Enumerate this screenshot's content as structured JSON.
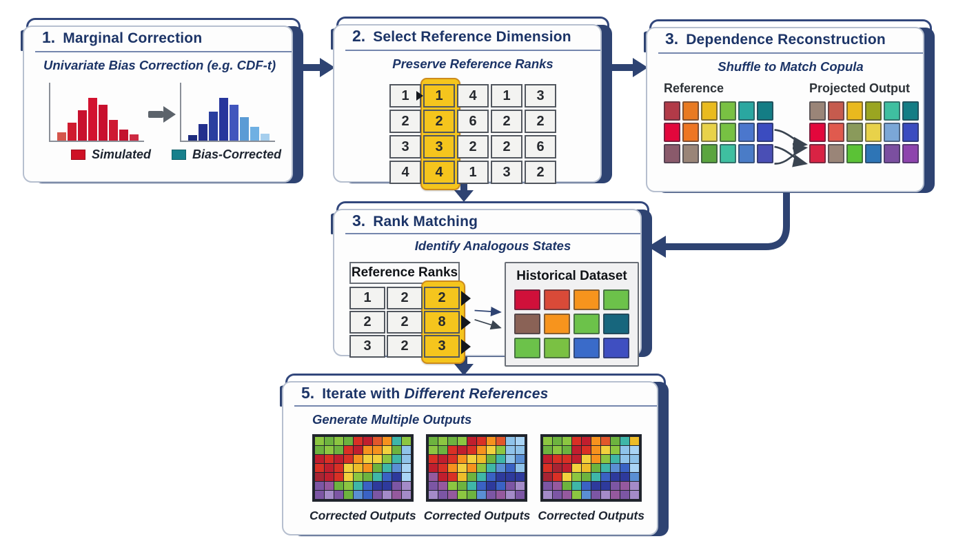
{
  "palette": {
    "navy": "#1c3467",
    "arrow_navy": "#2e4372",
    "divider": "#7486ad",
    "gray_arrow": "#5c636b",
    "highlight_fill": "#f5c51d",
    "highlight_border": "#cd8b1b",
    "back_sheet_border": "#b6bfcf"
  },
  "cards": {
    "marginal": {
      "number": "1.",
      "title": "Marginal Correction",
      "subtitle": "Univariate Bias Correction (e.g. CDF-t)",
      "hist_simulated": {
        "heights": [
          12,
          26,
          44,
          62,
          52,
          30,
          16,
          9
        ],
        "colors": [
          "#d5564c",
          "#cf1b2f",
          "#c8102e",
          "#d2122f",
          "#c8102e",
          "#ce1a33",
          "#c31330",
          "#cd2a42"
        ]
      },
      "hist_corrected": {
        "heights": [
          8,
          24,
          42,
          62,
          52,
          34,
          20,
          10
        ],
        "colors": [
          "#1d2b7d",
          "#232f8d",
          "#2a3f9f",
          "#27369c",
          "#4156bd",
          "#5b9bd5",
          "#6fb0e3",
          "#a6cfee"
        ]
      },
      "legend": [
        {
          "label": "Simulated",
          "color": "#ce1126"
        },
        {
          "label": "Bias-Corrected",
          "color": "#17808c"
        }
      ]
    },
    "select_reference": {
      "number": "2.",
      "title": "Select Reference Dimension",
      "subtitle": "Preserve Reference Ranks",
      "table": {
        "rows": [
          [
            "1",
            "1",
            "4",
            "1",
            "3"
          ],
          [
            "2",
            "2",
            "6",
            "2",
            "2"
          ],
          [
            "3",
            "3",
            "2",
            "2",
            "6"
          ],
          [
            "4",
            "4",
            "1",
            "3",
            "2"
          ]
        ],
        "highlight_col": 1,
        "pointer": {
          "row": 0,
          "col": 0
        }
      }
    },
    "dependence": {
      "number": "3.",
      "title": "Dependence Reconstruction",
      "subtitle": "Shuffle to Match Copula",
      "reference_label": "Reference",
      "projected_label": "Projected Output",
      "reference_grid": [
        [
          "#b23a48",
          "#e87a22",
          "#e9bb1e",
          "#79c143",
          "#2aa7a0",
          "#147d85"
        ],
        [
          "#e3073c",
          "#ee7623",
          "#e8d24a",
          "#77c143",
          "#4b77cd",
          "#3b4cc0"
        ],
        [
          "#8a5a6b",
          "#9a8578",
          "#5ba53f",
          "#3fbfa0",
          "#4a7cc7",
          "#4a4fb5"
        ]
      ],
      "projected_grid": [
        [
          "#9a8578",
          "#c65b4e",
          "#e9b91e",
          "#9aa521",
          "#3fbfa0",
          "#147d85"
        ],
        [
          "#e3073c",
          "#e05a4e",
          "#8a9a5b",
          "#e8d24a",
          "#7ba7d7",
          "#3b4cc0"
        ],
        [
          "#d92344",
          "#9a8578",
          "#5bc236",
          "#2e75b6",
          "#7b4fa0",
          "#8e44ad"
        ]
      ]
    },
    "rank_matching": {
      "number": "3.",
      "title": "Rank Matching",
      "subtitle": "Identify Analogous States",
      "ranks": {
        "header": "Reference Ranks",
        "rows": [
          [
            "1",
            "2",
            "2"
          ],
          [
            "2",
            "2",
            "8"
          ],
          [
            "3",
            "2",
            "3"
          ]
        ],
        "highlight_col": 2,
        "pointer_rows": [
          0,
          1,
          2
        ]
      },
      "historical": {
        "header": "Historical Dataset",
        "grid": [
          [
            "#d0103a",
            "#d94a38",
            "#f7941d",
            "#6cc24a"
          ],
          [
            "#8a6256",
            "#f7941d",
            "#6cc24a",
            "#17667d"
          ],
          [
            "#6cc24a",
            "#7ac143",
            "#3a6bc9",
            "#3f4fc1"
          ]
        ]
      }
    },
    "iterate": {
      "number": "5.",
      "title_prefix": "Iterate with",
      "title_italic": "Different References",
      "subtitle": "Generate Multiple Outputs",
      "caption": "Corrected Outputs",
      "grids": [
        [
          [
            "#8cc641",
            "#6db33f",
            "#8cc641",
            "#6db33f",
            "#d93025",
            "#c01e2e",
            "#e2572b",
            "#f6921e",
            "#3fb6a8",
            "#8cc641"
          ],
          [
            "#6db33f",
            "#8cc641",
            "#6db33f",
            "#d93025",
            "#c01e2e",
            "#f6921e",
            "#f6921e",
            "#f2d13d",
            "#6db33f",
            "#8fc3ea"
          ],
          [
            "#c01e2e",
            "#d93025",
            "#c01e2e",
            "#d93025",
            "#f6921e",
            "#f2d13d",
            "#f2d13d",
            "#8cc641",
            "#3fb6a8",
            "#8fc3ea"
          ],
          [
            "#d93025",
            "#c01e2e",
            "#d93025",
            "#f2d13d",
            "#eebd2a",
            "#f6921e",
            "#6db33f",
            "#3fb6a8",
            "#5a8fd4",
            "#a9d4f5"
          ],
          [
            "#a82433",
            "#c01e2e",
            "#d93025",
            "#f2d13d",
            "#8cc641",
            "#6db33f",
            "#3fb6a8",
            "#3a62c4",
            "#2e3a9c",
            "#a9d4f5"
          ],
          [
            "#7c56a4",
            "#95599e",
            "#6db33f",
            "#8cc641",
            "#3fb6a8",
            "#3a62c4",
            "#2e3a9c",
            "#2e3a9c",
            "#7c56a4",
            "#a48bc8"
          ],
          [
            "#7c56a4",
            "#a48bc8",
            "#7c56a4",
            "#6db33f",
            "#5a8fd4",
            "#3a62c4",
            "#7c56a4",
            "#a48bc8",
            "#95599e",
            "#a48bc8"
          ]
        ],
        [
          [
            "#6db33f",
            "#8cc641",
            "#6db33f",
            "#8cc641",
            "#c01e2e",
            "#d93025",
            "#f6921e",
            "#e2572b",
            "#8fc3ea",
            "#a9d4f5"
          ],
          [
            "#8cc641",
            "#6db33f",
            "#d93025",
            "#c01e2e",
            "#d93025",
            "#f6921e",
            "#f2d13d",
            "#8cc641",
            "#8fc3ea",
            "#8fc3ea"
          ],
          [
            "#d93025",
            "#c01e2e",
            "#d93025",
            "#f6921e",
            "#f2d13d",
            "#eebd2a",
            "#6db33f",
            "#3fb6a8",
            "#8fc3ea",
            "#5a8fd4"
          ],
          [
            "#c01e2e",
            "#d93025",
            "#f6921e",
            "#f2d13d",
            "#f6921e",
            "#8cc641",
            "#3fb6a8",
            "#5a8fd4",
            "#3a62c4",
            "#8fc3ea"
          ],
          [
            "#95599e",
            "#c01e2e",
            "#d93025",
            "#eebd2a",
            "#6db33f",
            "#3fb6a8",
            "#3a62c4",
            "#2e3a9c",
            "#2e3a9c",
            "#2e3a9c"
          ],
          [
            "#7c56a4",
            "#95599e",
            "#8cc641",
            "#6db33f",
            "#3fb6a8",
            "#3a62c4",
            "#2e3a9c",
            "#3a62c4",
            "#7c56a4",
            "#a48bc8"
          ],
          [
            "#a48bc8",
            "#7c56a4",
            "#95599e",
            "#8cc641",
            "#6db33f",
            "#5a8fd4",
            "#7c56a4",
            "#95599e",
            "#a48bc8",
            "#7c56a4"
          ]
        ],
        [
          [
            "#8cc641",
            "#6db33f",
            "#8cc641",
            "#d93025",
            "#c01e2e",
            "#f6921e",
            "#e2572b",
            "#6db33f",
            "#3fb6a8",
            "#eebd2a"
          ],
          [
            "#6db33f",
            "#8cc641",
            "#6db33f",
            "#c01e2e",
            "#d93025",
            "#f6921e",
            "#f2d13d",
            "#8cc641",
            "#8fc3ea",
            "#a9d4f5"
          ],
          [
            "#c01e2e",
            "#d93025",
            "#d93025",
            "#c01e2e",
            "#f2d13d",
            "#f6921e",
            "#8cc641",
            "#3fb6a8",
            "#8fc3ea",
            "#8fc3ea"
          ],
          [
            "#d93025",
            "#a82433",
            "#c01e2e",
            "#f2d13d",
            "#eebd2a",
            "#6db33f",
            "#3fb6a8",
            "#5a8fd4",
            "#3a62c4",
            "#a9d4f5"
          ],
          [
            "#a82433",
            "#d93025",
            "#f2d13d",
            "#8cc641",
            "#6db33f",
            "#3fb6a8",
            "#3a62c4",
            "#2e3a9c",
            "#2e3a9c",
            "#5a8fd4"
          ],
          [
            "#7c56a4",
            "#95599e",
            "#6db33f",
            "#3fb6a8",
            "#3a62c4",
            "#2e3a9c",
            "#2e3a9c",
            "#7c56a4",
            "#95599e",
            "#a48bc8"
          ],
          [
            "#a48bc8",
            "#7c56a4",
            "#95599e",
            "#8cc641",
            "#5a8fd4",
            "#7c56a4",
            "#a48bc8",
            "#95599e",
            "#7c56a4",
            "#a48bc8"
          ]
        ]
      ]
    }
  }
}
